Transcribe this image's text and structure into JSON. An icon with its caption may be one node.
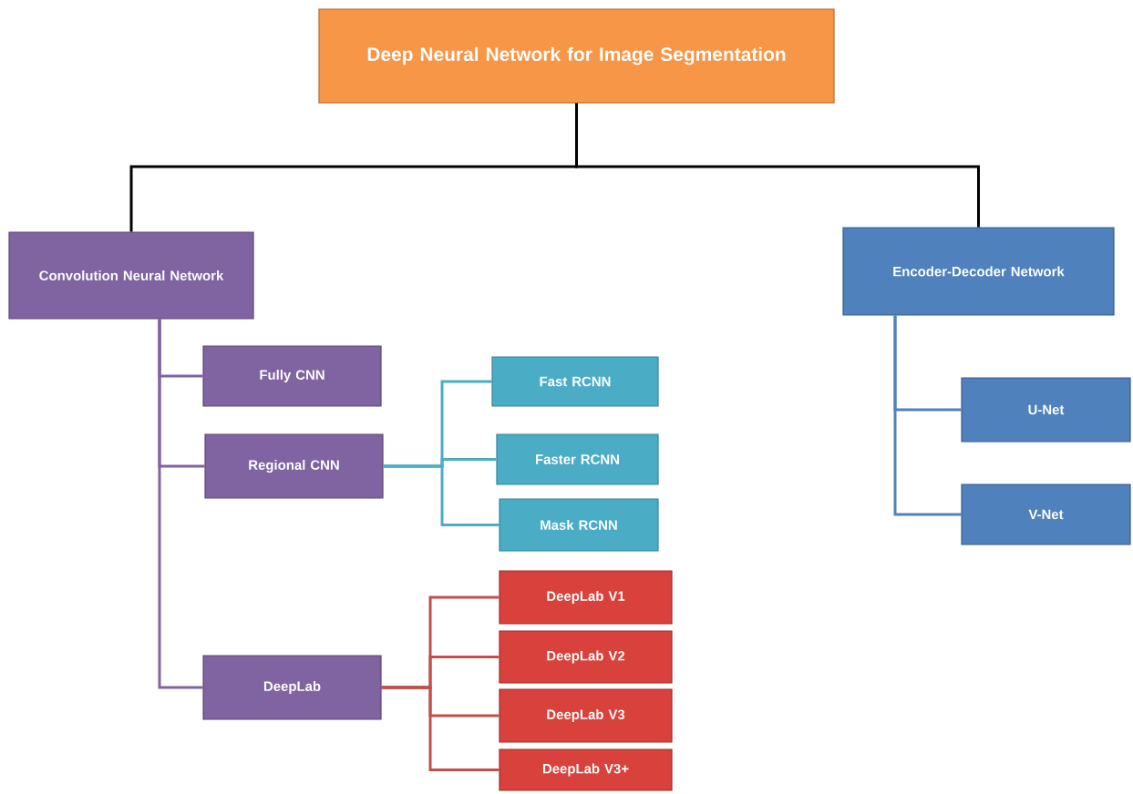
{
  "diagram": {
    "nodes": [
      {
        "text": [
          "Deep Neural Network for Image Segmentation"
        ]
      },
      {
        "text": [
          "Convolution Neural Network"
        ]
      },
      {
        "text": [
          "Encoder-Decoder Network"
        ]
      },
      {
        "text": [
          "Fully CNN"
        ]
      },
      {
        "text": [
          "Regional CNN"
        ]
      },
      {
        "text": [
          "Fast RCNN"
        ]
      },
      {
        "text": [
          "Faster RCNN"
        ]
      },
      {
        "text": [
          "Mask RCNN"
        ]
      },
      {
        "text": [
          "DeepLab"
        ]
      },
      {
        "text": [
          "DeepLab V1"
        ]
      },
      {
        "text": [
          "DeepLab V2"
        ]
      },
      {
        "text": [
          "DeepLab V3"
        ]
      },
      {
        "text": [
          "DeepLab V3+"
        ]
      },
      {
        "text": [
          "U-Net"
        ]
      },
      {
        "text": [
          "V-Net"
        ]
      }
    ],
    "edges": [
      {
        "from": 0,
        "to": 1,
        "arrow": "none",
        "color": "#000000"
      },
      {
        "from": 0,
        "to": 2,
        "arrow": "none",
        "color": "#000000"
      },
      {
        "from": 1,
        "to": 3,
        "arrow": "none",
        "color": "#8064a2"
      },
      {
        "from": 1,
        "to": 4,
        "arrow": "none",
        "color": "#8064a2"
      },
      {
        "from": 1,
        "to": 8,
        "arrow": "none",
        "color": "#8064a2"
      },
      {
        "from": 4,
        "to": 5,
        "arrow": "none",
        "color": "#4bacc6"
      },
      {
        "from": 4,
        "to": 6,
        "arrow": "none",
        "color": "#4bacc6"
      },
      {
        "from": 4,
        "to": 7,
        "arrow": "none",
        "color": "#4bacc6"
      },
      {
        "from": 8,
        "to": 9,
        "arrow": "none"
      },
      {
        "from": 8,
        "to": 10,
        "arrow": "none"
      },
      {
        "from": 8,
        "to": 11,
        "arrow": "none"
      },
      {
        "from": 8,
        "to": 12,
        "arrow": "none"
      },
      {
        "from": 2,
        "to": 13,
        "arrow": "none",
        "color": "#4f81bd"
      },
      {
        "from": 2,
        "to": 14,
        "arrow": "none",
        "color": "#4f81bd"
      }
    ]
  }
}
